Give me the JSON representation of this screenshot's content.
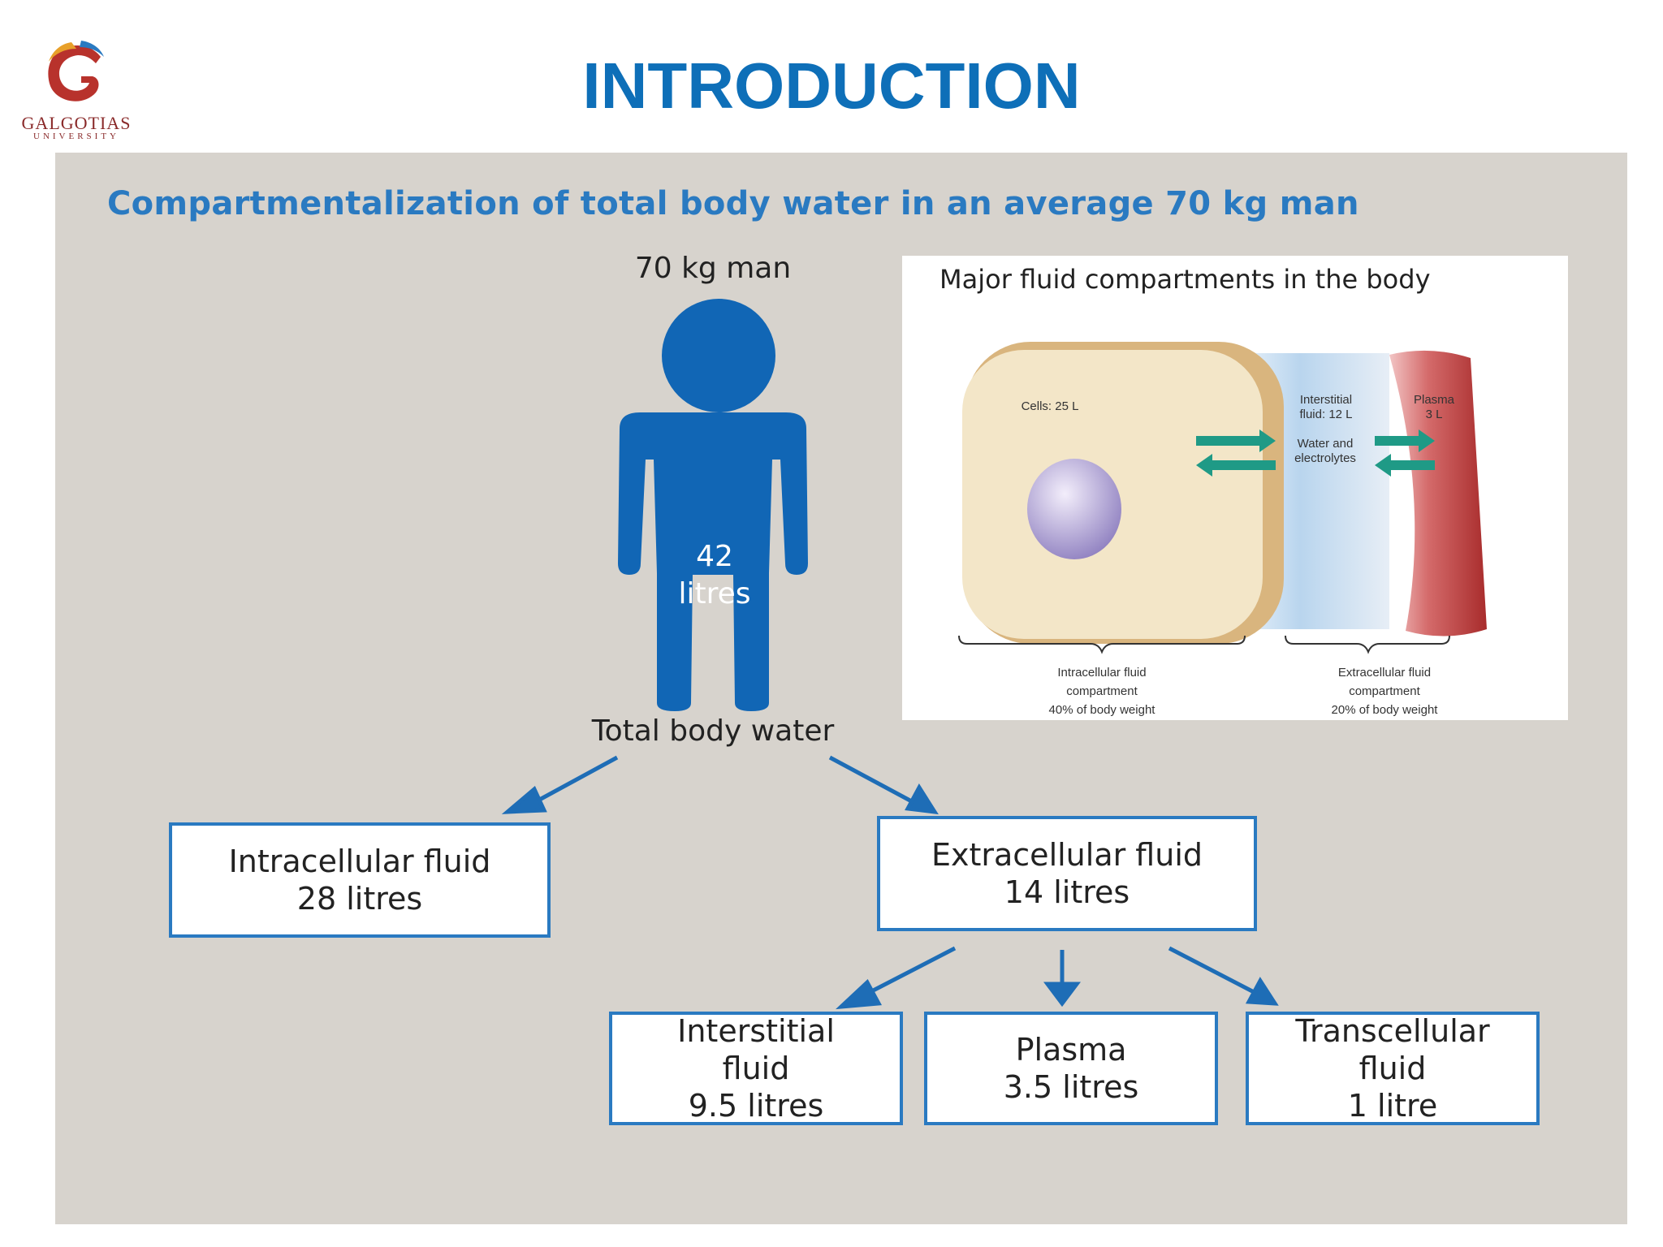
{
  "header": {
    "title": "INTRODUCTION",
    "logo_word": "GALGOTIAS",
    "logo_sub": "UNIVERSITY"
  },
  "figure": {
    "subtitle": "Compartmentalization of total body water in an average 70 kg man",
    "man_label": "70 kg man",
    "man_volume_line1": "42",
    "man_volume_line2": "litres",
    "total_label": "Total body water",
    "icf": {
      "line1": "Intracellular fluid",
      "line2": "28 litres"
    },
    "ecf": {
      "line1": "Extracellular fluid",
      "line2": "14 litres"
    },
    "interstitial": {
      "line1": "Interstitial",
      "line2": "fluid",
      "line3": "9.5 litres"
    },
    "plasma": {
      "line1": "Plasma",
      "line2": "3.5 litres"
    },
    "transcellular": {
      "line1": "Transcellular",
      "line2": "fluid",
      "line3": "1 litre"
    },
    "colors": {
      "accent": "#2a7ac1",
      "figure_blue": "#1166b5",
      "panel_bg": "#d7d3cd"
    }
  },
  "inset": {
    "title": "Major fluid compartments in the body",
    "cells": "Cells: 25 L",
    "interstitial_1": "Interstitial",
    "interstitial_2": "fluid: 12 L",
    "plasma_1": "Plasma",
    "plasma_2": "3 L",
    "water_1": "Water and",
    "water_2": "electrolytes",
    "icf_1": "Intracellular fluid",
    "icf_2": "compartment",
    "icf_3": "40% of body weight",
    "ecf_1": "Extracellular fluid",
    "ecf_2": "compartment",
    "ecf_3": "20% of body weight"
  }
}
